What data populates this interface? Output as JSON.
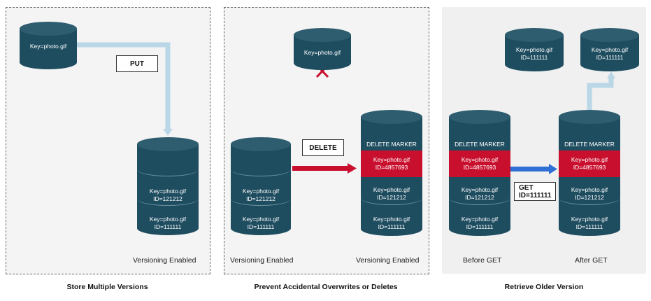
{
  "panels": [
    {
      "caption": "Store Multiple Versions",
      "put_tag": "PUT",
      "source": {
        "line1": "Key=photo.gif"
      },
      "bucket": {
        "versions": [
          {
            "line1": "Key=photo.gif",
            "line2": "ID=121212"
          },
          {
            "line1": "Key=photo.gif",
            "line2": "ID=111111"
          }
        ]
      },
      "label": "Versioning Enabled"
    },
    {
      "caption": "Prevent Accidental Overwrites or Deletes",
      "delete_tag": "DELETE",
      "deleted_object": {
        "line1": "Key=photo.gif"
      },
      "left_bucket": {
        "versions": [
          {
            "line1": "Key=photo.gif",
            "line2": "ID=121212"
          },
          {
            "line1": "Key=photo.gif",
            "line2": "ID=111111"
          }
        ],
        "label": "Versioning Enabled"
      },
      "right_bucket": {
        "marker": "DELETE MARKER",
        "current": {
          "line1": "Key=photo.gif",
          "line2": "ID=4857693"
        },
        "versions": [
          {
            "line1": "Key=photo.gif",
            "line2": "ID=121212"
          },
          {
            "line1": "Key=photo.gif",
            "line2": "ID=111111"
          }
        ],
        "label": "Versioning Enabled"
      }
    },
    {
      "caption": "Retrieve Older Version",
      "get_tag": {
        "line1": "GET",
        "line2": "ID=111111"
      },
      "top_left_object": {
        "line1": "Key=photo.gif",
        "line2": "ID=111111"
      },
      "top_right_object": {
        "line1": "Key=photo.gif",
        "line2": "ID=111111"
      },
      "before_bucket": {
        "marker": "DELETE MARKER",
        "current": {
          "line1": "Key=photo.gif",
          "line2": "ID=4857693"
        },
        "versions": [
          {
            "line1": "Key=photo.gif",
            "line2": "ID=121212"
          },
          {
            "line1": "Key=photo.gif",
            "line2": "ID=111111"
          }
        ],
        "label": "Before GET"
      },
      "after_bucket": {
        "marker": "DELETE MARKER",
        "current": {
          "line1": "Key=photo.gif",
          "line2": "ID=4857693"
        },
        "versions": [
          {
            "line1": "Key=photo.gif",
            "line2": "ID=121212"
          },
          {
            "line1": "Key=photo.gif",
            "line2": "ID=111111"
          }
        ],
        "label": "After GET"
      }
    }
  ],
  "colors": {
    "cylinder": "#1f4d60",
    "cylinder_top": "#2e5d6f",
    "marker_red": "#c8102e",
    "put_arrow": "#b9d7e6",
    "delete_arrow": "#c8102e",
    "get_arrow": "#2f6fd6",
    "result_arrow": "#b9d7e6"
  }
}
